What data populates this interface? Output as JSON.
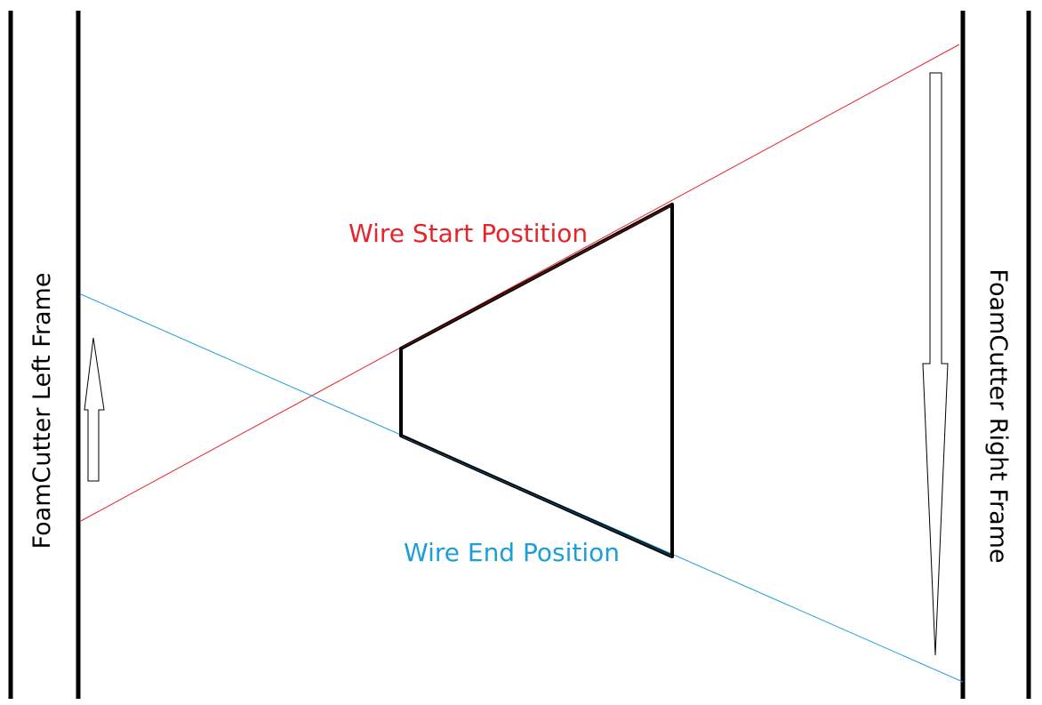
{
  "labels": {
    "left_frame": "FoamCutter Left Frame",
    "right_frame": "FoamCutter Right Frame",
    "wire_start": "Wire Start Postition",
    "wire_end": "Wire End Position"
  },
  "colors": {
    "background": "#ffffff",
    "frame": "#000000",
    "wire_start": "#e8242b",
    "wire_end": "#1a9fd8",
    "arrow_outline": "#000000",
    "arrow_fill": "#ffffff"
  }
}
